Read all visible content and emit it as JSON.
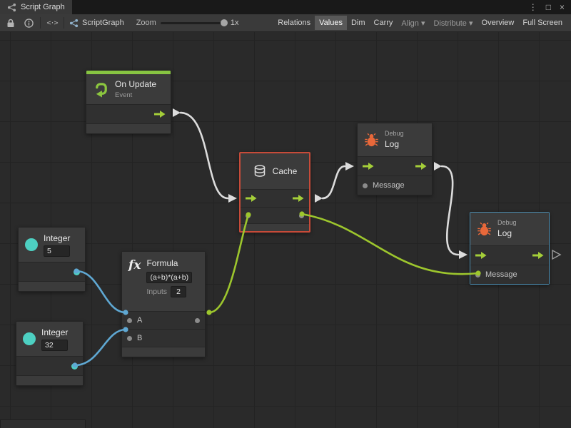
{
  "window": {
    "title": "Script Graph"
  },
  "icons": {
    "window_menu": "⋮",
    "window_maximize": "□",
    "window_close": "×",
    "code": "<·>"
  },
  "toolbar": {
    "breadcrumb": "ScriptGraph",
    "zoom_label": "Zoom",
    "zoom_value": "1x",
    "buttons": [
      {
        "label": "Relations"
      },
      {
        "label": "Values"
      },
      {
        "label": "Dim"
      },
      {
        "label": "Carry"
      },
      {
        "label": "Align ▾"
      },
      {
        "label": "Distribute ▾"
      },
      {
        "label": "Overview"
      },
      {
        "label": "Full Screen"
      }
    ]
  },
  "nodes": {
    "on_update": {
      "title": "On Update",
      "subtitle": "Event"
    },
    "cache": {
      "title": "Cache"
    },
    "debug_top": {
      "category": "Debug",
      "title": "Log",
      "message_label": "Message"
    },
    "debug_right": {
      "category": "Debug",
      "title": "Log",
      "message_label": "Message"
    },
    "integer_top": {
      "title": "Integer",
      "value": "5"
    },
    "integer_bottom": {
      "title": "Integer",
      "value": "32"
    },
    "formula": {
      "title": "Formula",
      "expression": "(a+b)*(a+b)",
      "inputs_label": "Inputs",
      "inputs_value": "2",
      "input_a": "A",
      "input_b": "B"
    }
  },
  "colors": {
    "event_green": "#87c442",
    "flow_arrow_green": "#a4ce39",
    "wire_white": "#dcdcdc",
    "wire_green": "#9dc62d",
    "wire_blue": "#5fa8d3",
    "selection_red": "#c74b39",
    "selection_blue": "#4a8aad",
    "integer_cyan": "#4dd0c2",
    "debug_orange": "#e8683a"
  }
}
